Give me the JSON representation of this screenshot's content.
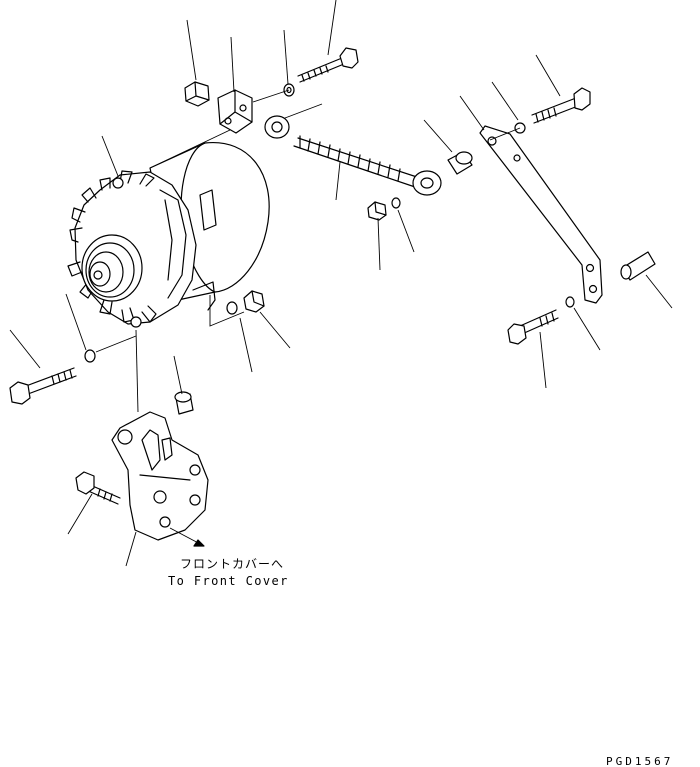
{
  "annotations": {
    "direction_note_jp": "フロントカバーへ",
    "direction_note_en": "To Front Cover"
  },
  "drawing_code": "PGD1567"
}
